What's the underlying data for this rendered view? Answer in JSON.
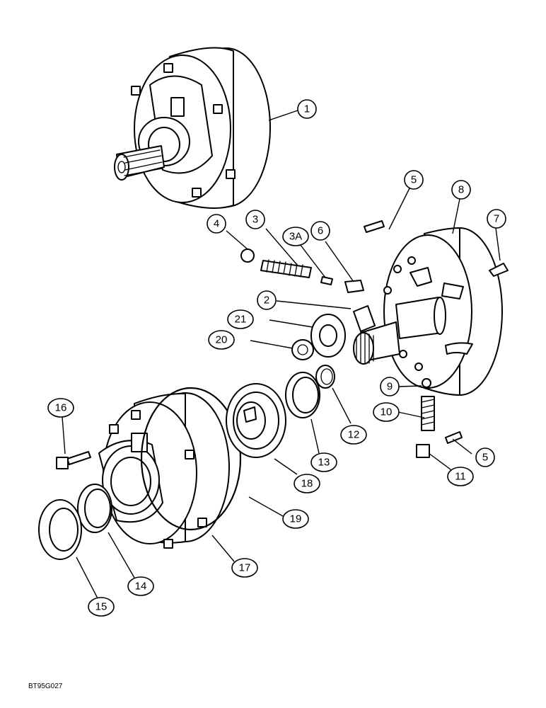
{
  "diagram": {
    "reference_code": "BT95G027",
    "callouts": [
      {
        "id": "c1",
        "label": "1"
      },
      {
        "id": "c2",
        "label": "2"
      },
      {
        "id": "c3",
        "label": "3"
      },
      {
        "id": "c3a",
        "label": "3A"
      },
      {
        "id": "c4",
        "label": "4"
      },
      {
        "id": "c5a",
        "label": "5"
      },
      {
        "id": "c5b",
        "label": "5"
      },
      {
        "id": "c6",
        "label": "6"
      },
      {
        "id": "c7",
        "label": "7"
      },
      {
        "id": "c8",
        "label": "8"
      },
      {
        "id": "c9",
        "label": "9"
      },
      {
        "id": "c10",
        "label": "10"
      },
      {
        "id": "c11",
        "label": "11"
      },
      {
        "id": "c12",
        "label": "12"
      },
      {
        "id": "c13",
        "label": "13"
      },
      {
        "id": "c14",
        "label": "14"
      },
      {
        "id": "c15",
        "label": "15"
      },
      {
        "id": "c16",
        "label": "16"
      },
      {
        "id": "c17",
        "label": "17"
      },
      {
        "id": "c18",
        "label": "18"
      },
      {
        "id": "c19",
        "label": "19"
      },
      {
        "id": "c20",
        "label": "20"
      },
      {
        "id": "c21",
        "label": "21"
      }
    ]
  }
}
